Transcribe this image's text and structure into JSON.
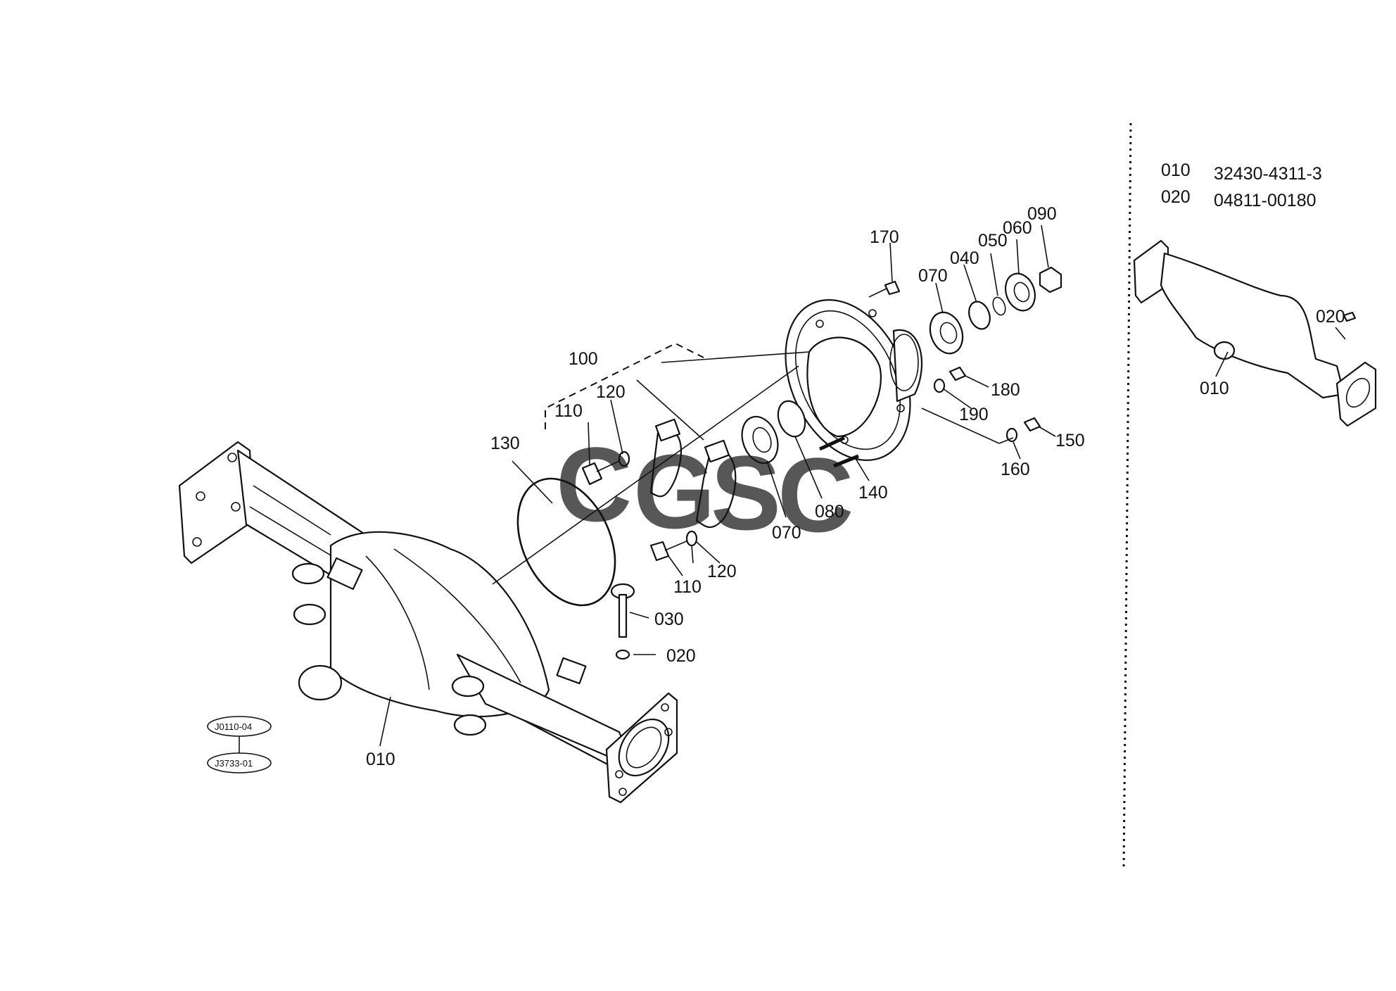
{
  "parts_table": {
    "rows": [
      {
        "ref": "010",
        "part_no": "32430-4311-3"
      },
      {
        "ref": "020",
        "part_no": "04811-00180"
      }
    ]
  },
  "callouts": {
    "c010": "010",
    "c020": "020",
    "c030": "030",
    "c040": "040",
    "c050": "050",
    "c060": "060",
    "c070a": "070",
    "c070b": "070",
    "c080": "080",
    "c090": "090",
    "c100": "100",
    "c110a": "110",
    "c110b": "110",
    "c120a": "120",
    "c120b": "120",
    "c130": "130",
    "c140": "140",
    "c150": "150",
    "c160": "160",
    "c170": "170",
    "c180": "180",
    "c190": "190"
  },
  "inset_callouts": {
    "c010": "010",
    "c020": "020"
  },
  "reference_codes": {
    "upper": "J0110-04",
    "lower": "J3733-01"
  },
  "watermark": {
    "letters": [
      "C",
      "G",
      "S",
      "C"
    ],
    "colors": [
      "#4a86e8",
      "#ea4335",
      "#fbbc04",
      "#34a853"
    ]
  }
}
